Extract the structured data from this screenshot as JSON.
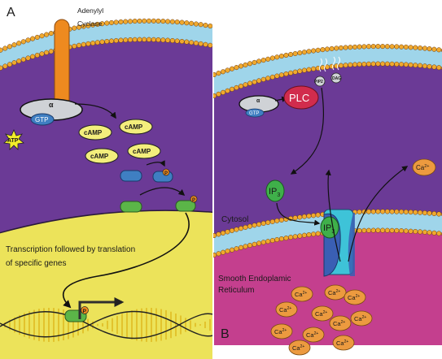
{
  "panelA": {
    "letter": "A",
    "enzyme_line1": "Adenylyl",
    "enzyme_line2": "Cyclase",
    "alpha": "α",
    "gtp": "GTP",
    "atp": "ATP",
    "camp": [
      "cAMP",
      "cAMP",
      "cAMP",
      "cAMP"
    ],
    "phos": "P",
    "transcription_line1": "Transcription followed by translation",
    "transcription_line2": "of specific genes"
  },
  "panelB": {
    "letter": "B",
    "alpha": "α",
    "gtp": "GTP",
    "plc": "PLC",
    "pip2": "PIP2",
    "dag": "DAG",
    "ip3_main": "IP",
    "ip3_sub": "3",
    "cytosol": "Cytosol",
    "er_line1": "Smooth Endoplamic",
    "er_line2": "Reticulum",
    "ca_main": "Ca",
    "ca_sup": "2+"
  },
  "colors": {
    "cytoplasm_purple": "#6b3a96",
    "nucleus_yellow": "#ece35a",
    "er_magenta": "#c43f8e",
    "membrane_blue": "#9fd5ea",
    "lipid_head": "#f0a92e",
    "adenylyl_orange": "#ee8a1f",
    "plc_red": "#d12c4d",
    "kinase_blue": "#3f7fc2",
    "kinase_green": "#5bb548",
    "camp_yellow": "#f3ee7c",
    "calcium_orange": "#ec9a3f",
    "ip3_green": "#3fb04a",
    "channel_blue": "#3a5fb4"
  }
}
